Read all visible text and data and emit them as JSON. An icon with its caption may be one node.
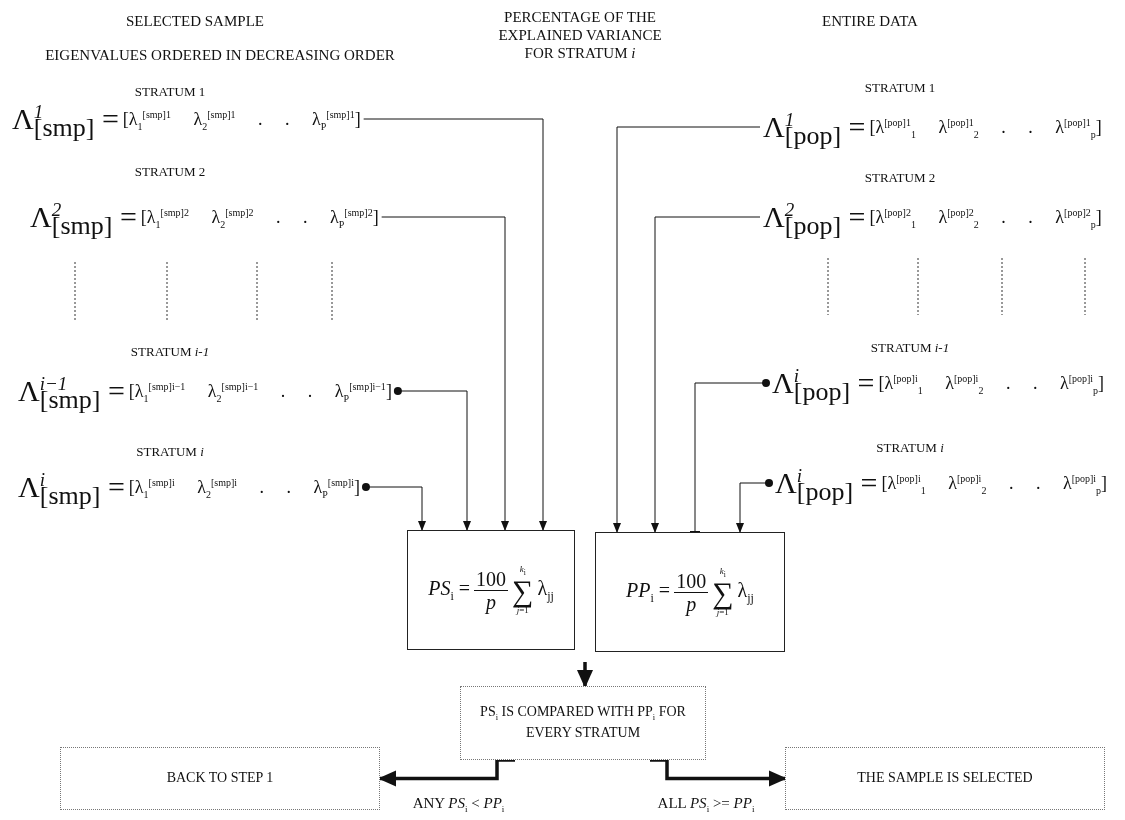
{
  "diagram": {
    "nodes": [
      {
        "text": [
          "Λ$^{1}$$_{[smp]}$ =",
          "[λ$_{1}$$^{[smp]1}$ λ$_{2}$$^{[smp]1}$ . . λ$_{P}$$^{[smp]1}$]"
        ],
        "beside": [
          "STRATUM 1"
        ]
      },
      {
        "text": [
          "Λ$^{2}$$_{[smp]}$ =",
          "[λ$_{1}$$^{[smp]2}$ λ$_{2}$$^{[smp]2}$ . . λ$_{P}$$^{[smp]2}$]"
        ],
        "beside": [
          "STRATUM 2"
        ]
      },
      {
        "text": [
          "Λ$^{i−1}$$_{[smp]}$ =",
          "[λ$_{1}$$^{[smp]i−1}$ λ$_{2}$$^{[smp]i−1}$ . . λ$_{P}$$^{[smp]i−1}$]"
        ],
        "beside": [
          "STRATUM *i-1*"
        ]
      },
      {
        "text": [
          "Λ$^{i}$$_{[smp]}$ =",
          "[λ$_{1}$$^{[smp]i}$ λ$_{2}$$^{[smp]i}$ . . λ$_{P}$$^{[smp]i}$]"
        ],
        "beside": [
          "STRATUM *i*"
        ]
      },
      {
        "text": [
          "Λ$^{1}$$_{[pop]}$ =",
          "[λ$^{[pop]1}$$_{1}$ λ$^{[pop]1}$$_{2}$ . . λ$^{[pop]1}$$_{p}$]"
        ],
        "beside": [
          "STRATUM 1"
        ]
      },
      {
        "text": [
          "Λ$^{2}$$_{[pop]}$ =",
          "[λ$^{[pop]2}$$_{1}$ λ$^{[pop]2}$$_{2}$ . . λ$^{[pop]2}$$_{p}$]"
        ],
        "beside": [
          "STRATUM 2"
        ]
      },
      {
        "text": [
          "Λ$^{i}$$_{[pop]}$ =",
          "[λ$^{[pop]i}$$_{1}$ λ$^{[pop]i}$$_{2}$ . . λ$^{[pop]i}$$_{p}$]"
        ],
        "beside": [
          "STRATUM *i-1*"
        ]
      },
      {
        "text": [
          "Λ$^{i}$$_{[pop]}$ =",
          "[λ$^{[pop]i}$$_{1}$ λ$^{[pop]i}$$_{2}$ . . λ$^{[pop]i}$$_{p}$]"
        ],
        "beside": [
          "STRATUM *i*"
        ]
      },
      {
        "text": [
          "*PS*$_{i}$ =",
          "100",
          "*p*",
          "*k*$_{i}$",
          "∑",
          "*j*=1",
          "λ$_{jj}$"
        ]
      },
      {
        "text": [
          "*PP*$_{i}$ =",
          "100",
          "*p*",
          "*k*$_{i}$",
          "∑",
          "*j*=1",
          "λ$_{jj}$"
        ]
      },
      {
        "text": [
          "PS$_{i}$ IS COMPARED WITH PP$_{i}$ FOR EVERY STRATUM"
        ]
      },
      {
        "text": [
          "BACK TO STEP 1"
        ]
      },
      {
        "text": [
          "THE SAMPLE IS SELECTED"
        ]
      }
    ],
    "edges": [
      {
        "from": 0,
        "to": 8,
        "arrow": "to"
      },
      {
        "from": 1,
        "to": 8,
        "arrow": "to"
      },
      {
        "from": 2,
        "to": 8,
        "arrow": "to"
      },
      {
        "from": 3,
        "to": 8,
        "arrow": "to"
      },
      {
        "from": 4,
        "to": 9,
        "arrow": "to"
      },
      {
        "from": 5,
        "to": 9,
        "arrow": "to"
      },
      {
        "from": 6,
        "to": 9,
        "arrow": "other"
      },
      {
        "from": 7,
        "to": 9,
        "arrow": "to"
      },
      {
        "from": null,
        "to": 10,
        "arrow": "to",
        "style": "thick"
      },
      {
        "from": 10,
        "to": 11,
        "arrow": "to",
        "style": "thick",
        "label": "ANY *PS*$_{i}$ < *PP*$_{i}$"
      },
      {
        "from": 10,
        "to": 12,
        "arrow": "to",
        "style": "thick",
        "label": "ALL *PS*$_{i}$ >= *PP*$_{i}$"
      }
    ],
    "labels": [
      "SELECTED SAMPLE",
      "EIGENVALUES ORDERED IN DECREASING ORDER",
      "PERCENTAGE OF THE EXPLAINED VARIANCE FOR STRATUM *i*",
      "ENTIRE DATA"
    ]
  }
}
